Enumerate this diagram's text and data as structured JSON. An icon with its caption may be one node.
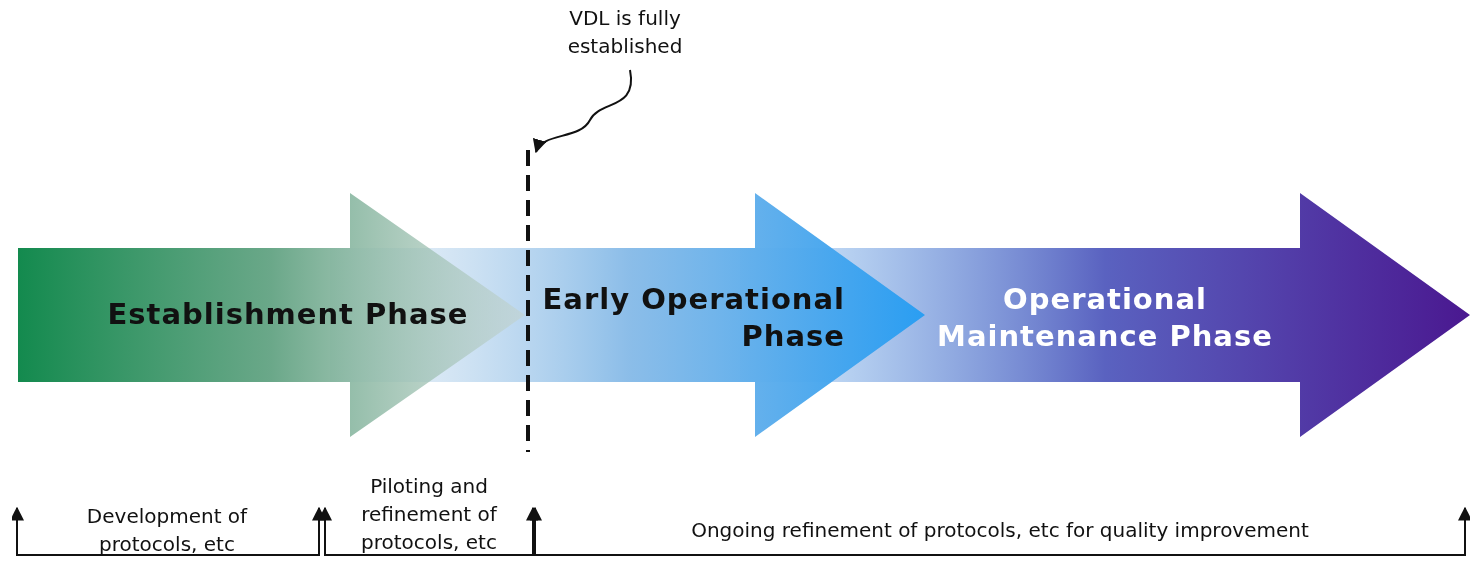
{
  "diagram": {
    "nodes": [
      {
        "text": [
          "Establishment Phase"
        ]
      },
      {
        "text": [
          "Early Operational Phase"
        ]
      },
      {
        "text": [
          "Operational Maintenance Phase"
        ]
      },
      {
        "text": [
          "VDL is fully established"
        ]
      },
      {
        "text": [],
        "shape": "line"
      },
      {
        "text": [
          "Development of protocols, etc"
        ]
      },
      {
        "text": [
          "Piloting and refinement of protocols, etc"
        ]
      },
      {
        "text": [
          "Ongoing refinement of protocols, etc for quality improvement"
        ]
      }
    ],
    "edges": [
      {
        "from": 3,
        "to": 4,
        "arrow": "to"
      }
    ]
  }
}
